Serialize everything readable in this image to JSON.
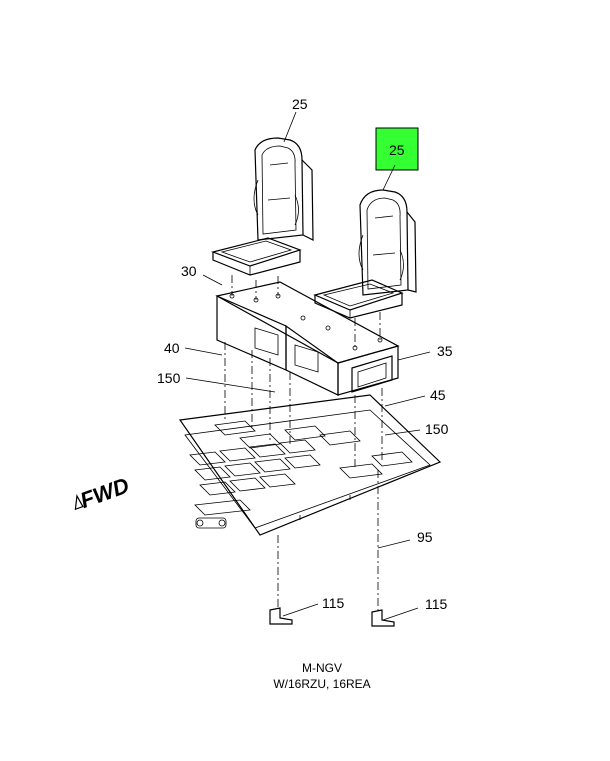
{
  "callouts": {
    "seat_left": "25",
    "seat_right": "25",
    "cushion_left": "30",
    "base_left": "40",
    "base_right": "35",
    "brace_left": "150",
    "brace_right": "150",
    "riser": "45",
    "rail": "95",
    "foot_left": "115",
    "foot_right": "115"
  },
  "direction_label": "FWD",
  "caption": {
    "line1": "M-NGV",
    "line2": "W/16RZU, 16REA"
  },
  "colors": {
    "highlight": "#33ff33",
    "line": "#000000"
  }
}
